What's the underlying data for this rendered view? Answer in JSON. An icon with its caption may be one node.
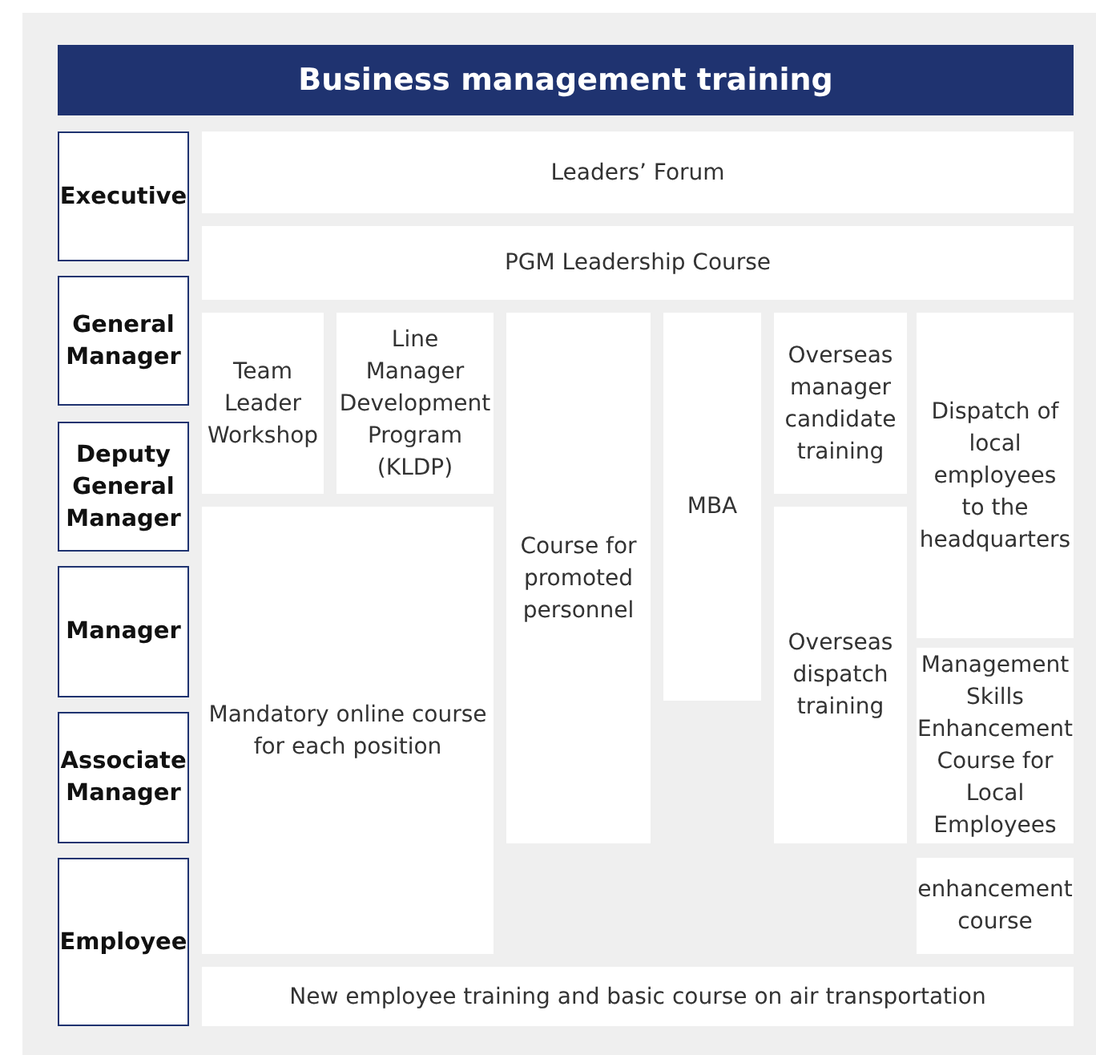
{
  "diagram": {
    "title": "Business management training",
    "nodes": [
      {
        "text": [
          "Executive"
        ]
      },
      {
        "text": [
          "General Manager"
        ]
      },
      {
        "text": [
          "Deputy General Manager"
        ]
      },
      {
        "text": [
          "Manager"
        ]
      },
      {
        "text": [
          "Associate Manager"
        ]
      },
      {
        "text": [
          "Employee"
        ]
      },
      {
        "text": [
          "Leaders’ Forum"
        ]
      },
      {
        "text": [
          "PGM Leadership Course"
        ]
      },
      {
        "text": [
          "Team Leader Workshop"
        ]
      },
      {
        "text": [
          "Line Manager Development Program (KLDP)"
        ]
      },
      {
        "text": [
          "Course for promoted personnel"
        ]
      },
      {
        "text": [
          "MBA"
        ]
      },
      {
        "text": [
          "Overseas manager candidate training"
        ]
      },
      {
        "text": [
          "Dispatch of local employees to the headquarters"
        ]
      },
      {
        "text": [
          "Mandatory online course for each position"
        ]
      },
      {
        "text": [
          "Overseas dispatch training"
        ]
      },
      {
        "text": [
          "Management Skills Enhancement Course for Local Employees"
        ]
      },
      {
        "text": [
          "enhancement course"
        ]
      },
      {
        "text": [
          "New employee training and basic course on air transportation"
        ]
      }
    ]
  }
}
